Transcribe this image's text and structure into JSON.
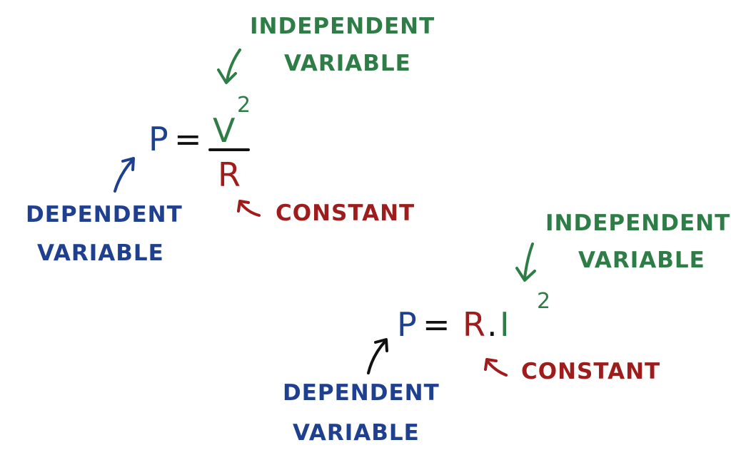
{
  "colors": {
    "dependent": "#1f3f8f",
    "independent": "#2e7d46",
    "constant": "#9e1c1c",
    "neutral": "#111111"
  },
  "formula_top": {
    "lhs": "P",
    "equals": "=",
    "numerator": "V",
    "exponent": "2",
    "denominator": "R",
    "independent_label": [
      "INDEPENDENT",
      "VARIABLE"
    ],
    "dependent_label": [
      "DEPENDENT",
      "VARIABLE"
    ],
    "constant_label": "CONSTANT"
  },
  "formula_bottom": {
    "lhs": "P",
    "equals": "=",
    "constant_term": "R",
    "dot": ".",
    "variable_term": "I",
    "exponent": "2",
    "independent_label": [
      "INDEPENDENT",
      "VARIABLE"
    ],
    "dependent_label": [
      "DEPENDENT",
      "VARIABLE"
    ],
    "constant_label": "CONSTANT"
  }
}
